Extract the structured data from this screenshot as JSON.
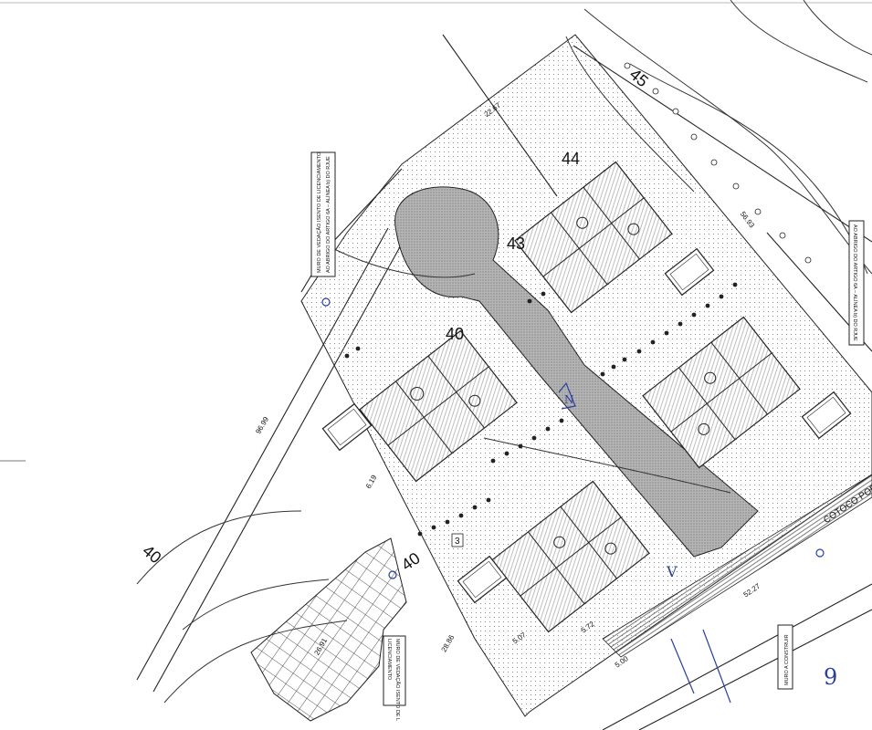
{
  "contours": [
    {
      "label": "45"
    },
    {
      "label": "44"
    },
    {
      "label": "43"
    },
    {
      "label": "40"
    },
    {
      "label": "40"
    },
    {
      "label": "40"
    }
  ],
  "dimensions": [
    "22.67",
    "56.93",
    "96.99",
    "6.19",
    "52.27",
    "28.86",
    "5.07",
    "5.72",
    "5.00",
    "26.91"
  ],
  "lot_number": "3",
  "street_label": "COTOCO PORTA",
  "sign_notes": [
    "MURO DE VEDAÇÃO ISENTO DE LICENCIAMENTO",
    "AO ABRIGO DO ARTIGO 6A – ALÍNEA b) DO RJUE",
    "AO ABRIGO DO ARTIGO 6A – ALÍNEA b) DO RJUE",
    "MURO DE VEDAÇÃO ISENTO DE L",
    "LICENCIAMENTO",
    "MURO A CONSTRUIR"
  ],
  "handwritten": [
    "9",
    "V",
    "N"
  ],
  "colors": {
    "line": "#222222",
    "stipple": "#6b6b6b",
    "road": "#a8a8a8",
    "ink": "#2a3f9e"
  }
}
